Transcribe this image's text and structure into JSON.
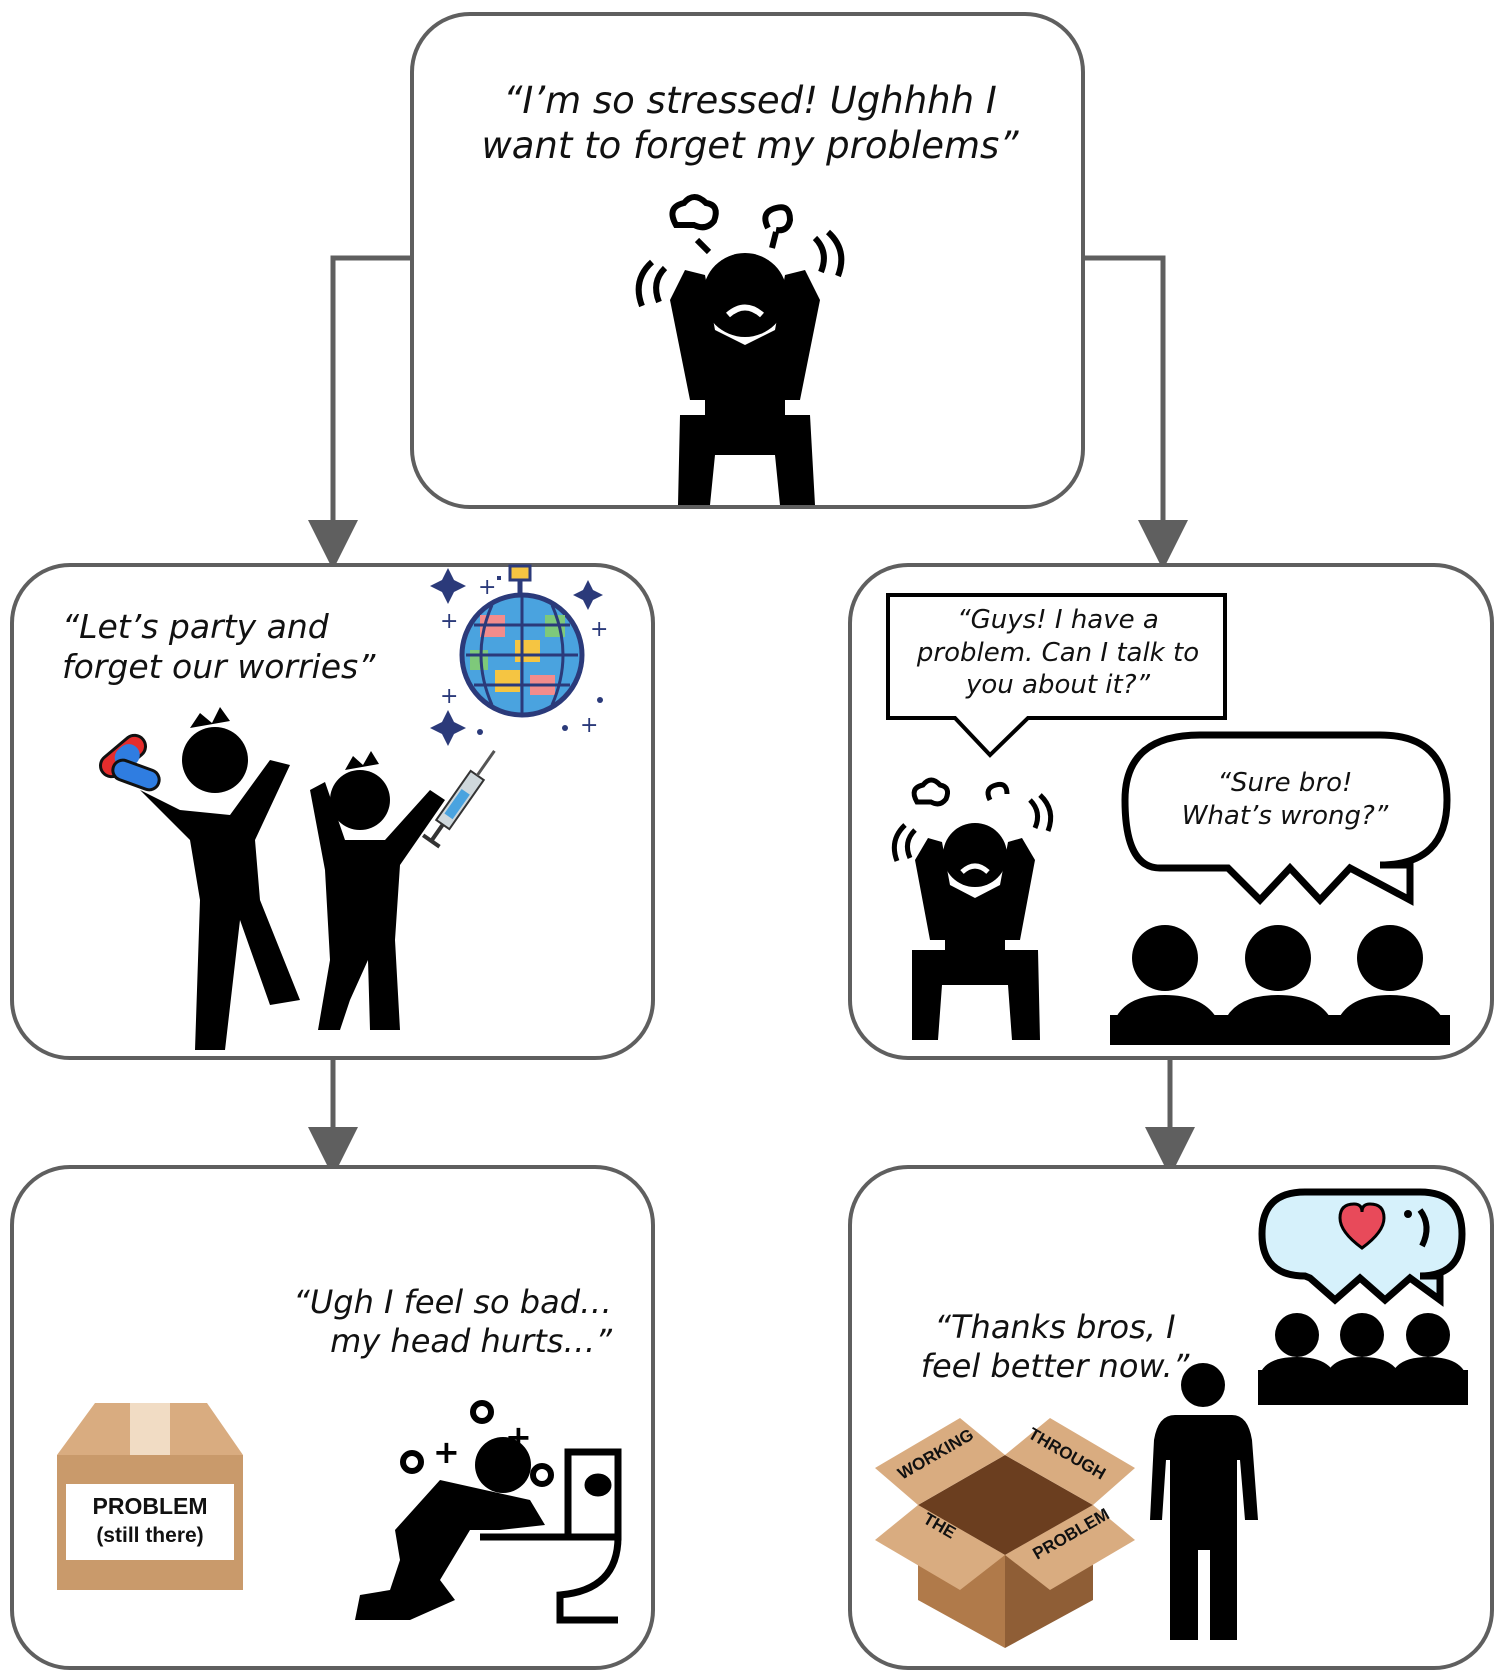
{
  "top": {
    "quote": "“I’m so stressed! Ughhhh I want to forget my problems”"
  },
  "left_mid": {
    "quote": "“Let’s party and forget our worries”"
  },
  "right_mid": {
    "bubble_problem": "“Guys! I have a problem. Can I talk to you about it?”",
    "bubble_reply": "“Sure bro! What’s wrong?”"
  },
  "left_bottom": {
    "quote": "“Ugh I feel so bad…my head hurts…”",
    "box_label_line1": "PROBLEM",
    "box_label_line2": "(still there)"
  },
  "right_bottom": {
    "quote": "“Thanks bros, I feel better now.”",
    "box_word_1": "WORKING",
    "box_word_2": "THROUGH",
    "box_word_3": "THE",
    "box_word_4": "PROBLEM"
  },
  "colors": {
    "border": "#5f5f5f",
    "figure": "#000000",
    "box_brown": "#c99a6b",
    "heart": "#e84a5a",
    "bubble_blue": "#d6f1fb"
  }
}
